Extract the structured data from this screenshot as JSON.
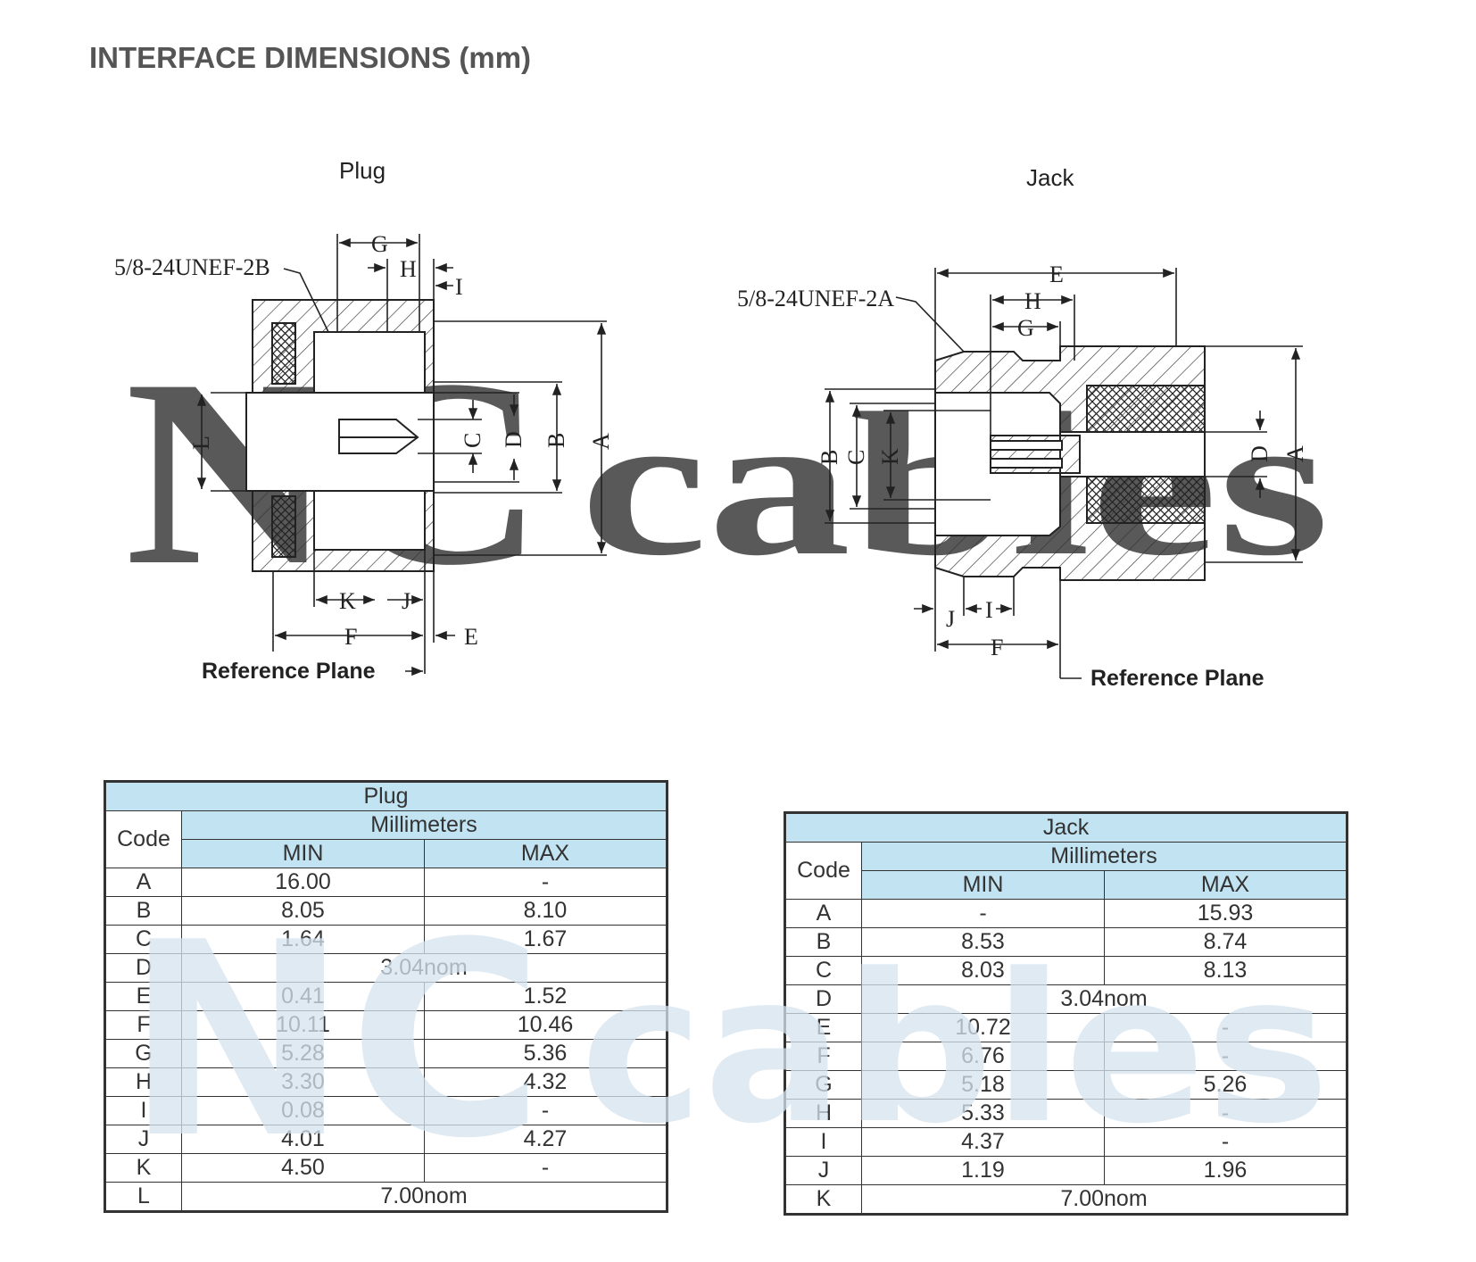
{
  "page_title": "INTERFACE DIMENSIONS (mm)",
  "plug_drawing": {
    "title": "Plug",
    "thread_label": "5/8-24UNEF-2B",
    "reference_label": "Reference Plane",
    "dim_labels": {
      "A": "A",
      "B": "B",
      "C": "C",
      "D": "D",
      "E": "E",
      "F": "F",
      "G": "G",
      "H": "H",
      "I": "I",
      "J": "J",
      "K": "K",
      "L": "L"
    }
  },
  "jack_drawing": {
    "title": "Jack",
    "thread_label": "5/8-24UNEF-2A",
    "reference_label": "Reference Plane",
    "dim_labels": {
      "A": "A",
      "B": "B",
      "C": "C",
      "D": "D",
      "E": "E",
      "F": "F",
      "G": "G",
      "H": "H",
      "I": "I",
      "J": "J",
      "K": "K"
    }
  },
  "watermark": {
    "line1": "NC",
    "line2": "cables",
    "color": "#d6e4f0"
  },
  "colors": {
    "table_header": "#c2e3f1",
    "line": "#222222"
  },
  "plug_table": {
    "title": "Plug",
    "code_header": "Code",
    "unit_header": "Millimeters",
    "min_header": "MIN",
    "max_header": "MAX",
    "rows": [
      {
        "code": "A",
        "min": "16.00",
        "max": "-"
      },
      {
        "code": "B",
        "min": "8.05",
        "max": "8.10"
      },
      {
        "code": "C",
        "min": "1.64",
        "max": "1.67"
      },
      {
        "code": "D",
        "nom": "3.04nom"
      },
      {
        "code": "E",
        "min": "0.41",
        "max": "1.52"
      },
      {
        "code": "F",
        "min": "10.11",
        "max": "10.46"
      },
      {
        "code": "G",
        "min": "5.28",
        "max": "5.36"
      },
      {
        "code": "H",
        "min": "3.30",
        "max": "4.32"
      },
      {
        "code": "I",
        "min": "0.08",
        "max": "-"
      },
      {
        "code": "J",
        "min": "4.01",
        "max": "4.27"
      },
      {
        "code": "K",
        "min": "4.50",
        "max": "-"
      },
      {
        "code": "L",
        "nom": "7.00nom"
      }
    ]
  },
  "jack_table": {
    "title": "Jack",
    "code_header": "Code",
    "unit_header": "Millimeters",
    "min_header": "MIN",
    "max_header": "MAX",
    "rows": [
      {
        "code": "A",
        "min": "-",
        "max": "15.93"
      },
      {
        "code": "B",
        "min": "8.53",
        "max": "8.74"
      },
      {
        "code": "C",
        "min": "8.03",
        "max": "8.13"
      },
      {
        "code": "D",
        "nom": "3.04nom"
      },
      {
        "code": "E",
        "min": "10.72",
        "max": "-"
      },
      {
        "code": "F",
        "min": "6.76",
        "max": "-"
      },
      {
        "code": "G",
        "min": "5.18",
        "max": "5.26"
      },
      {
        "code": "H",
        "min": "5.33",
        "max": "-"
      },
      {
        "code": "I",
        "min": "4.37",
        "max": "-"
      },
      {
        "code": "J",
        "min": "1.19",
        "max": "1.96"
      },
      {
        "code": "K",
        "nom": "7.00nom"
      }
    ]
  }
}
